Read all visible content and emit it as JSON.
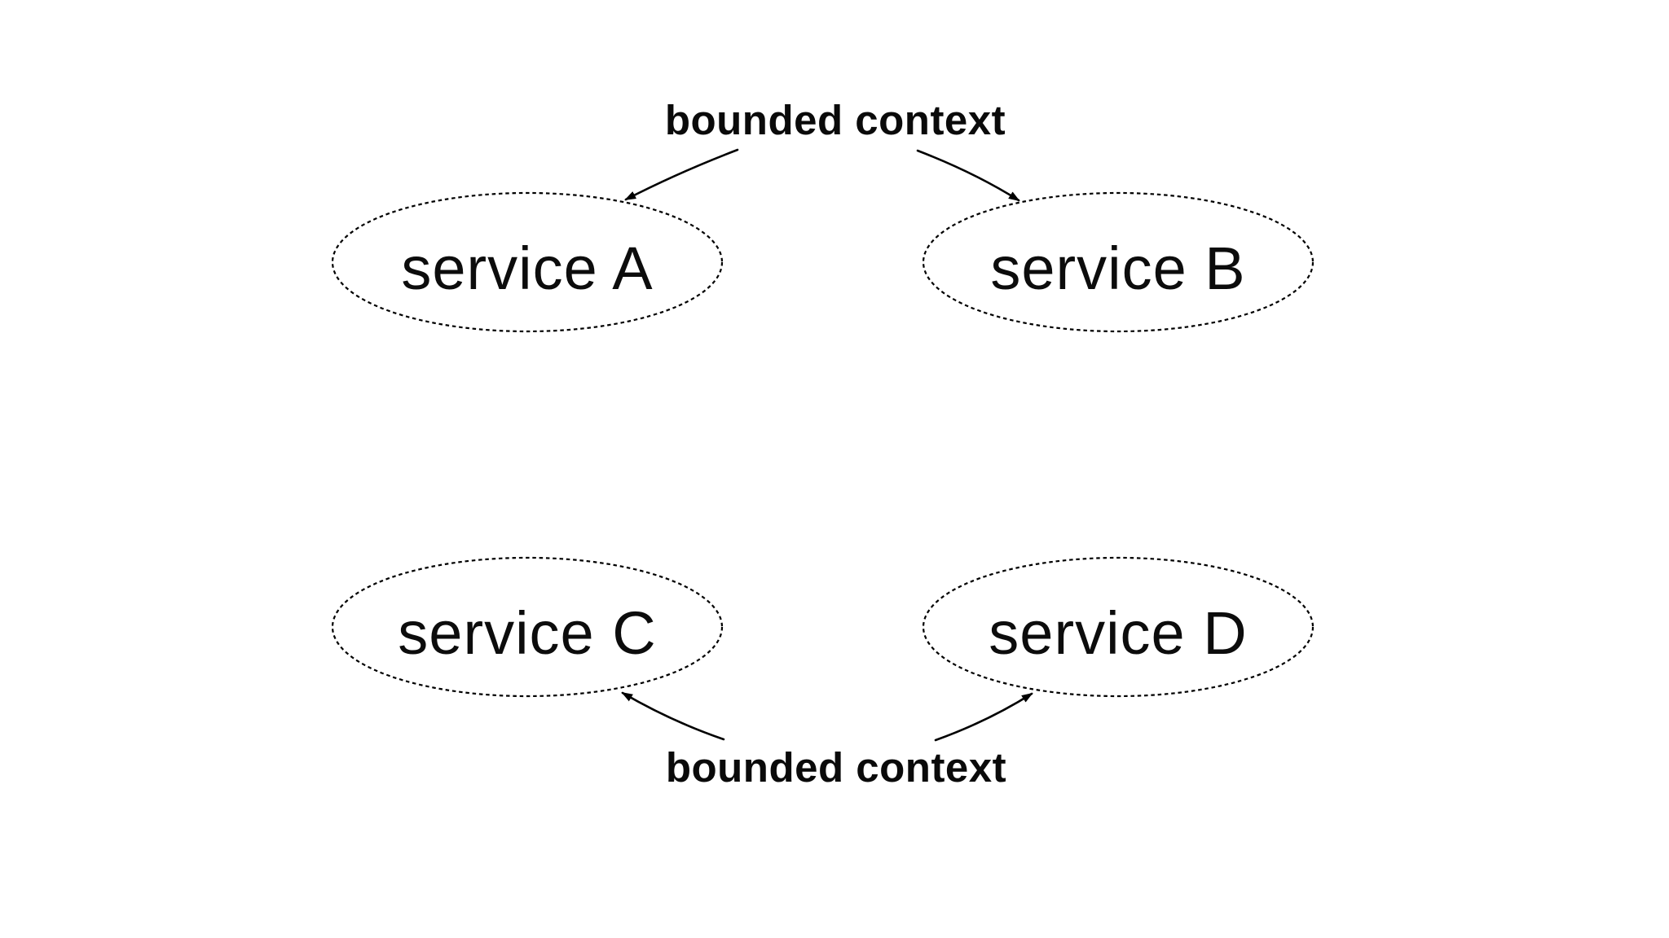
{
  "diagram": {
    "type": "concept-diagram",
    "background_color": "#ffffff",
    "ink_color": "#000000",
    "nodes": [
      {
        "id": "service-a",
        "label": "service A",
        "shape": "dashed-ellipse"
      },
      {
        "id": "service-b",
        "label": "service B",
        "shape": "dashed-ellipse"
      },
      {
        "id": "service-c",
        "label": "service C",
        "shape": "dashed-ellipse"
      },
      {
        "id": "service-d",
        "label": "service D",
        "shape": "dashed-ellipse"
      }
    ],
    "annotations": [
      {
        "id": "bounded-context-top",
        "text": "bounded context",
        "points_to": [
          "service-a",
          "service-b"
        ]
      },
      {
        "id": "bounded-context-bottom",
        "text": "bounded context",
        "points_to": [
          "service-c",
          "service-d"
        ]
      }
    ]
  }
}
